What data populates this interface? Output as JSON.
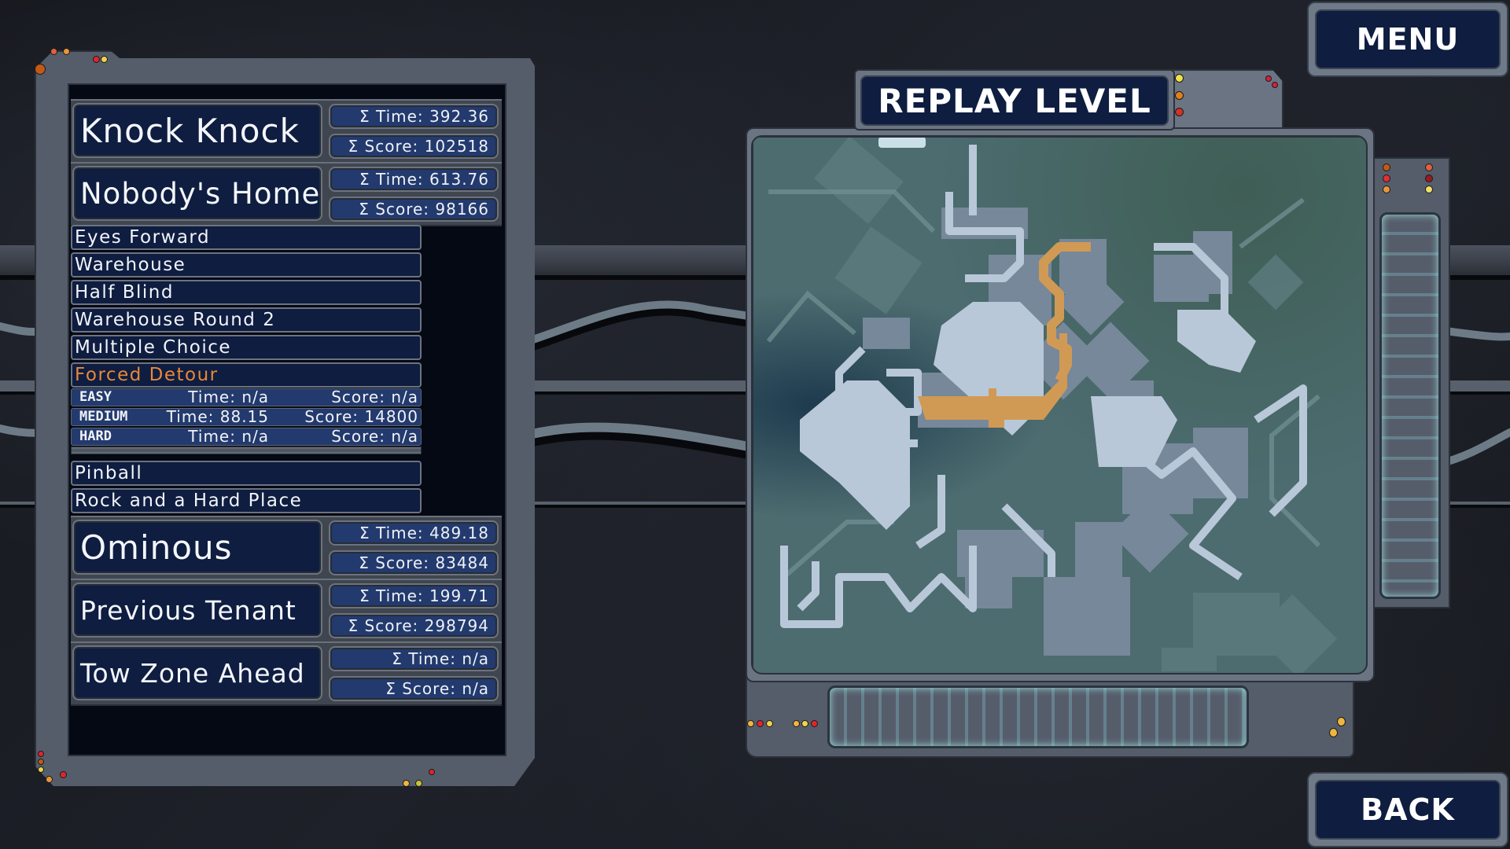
{
  "header": {
    "title": "REPLAY LEVEL"
  },
  "buttons": {
    "menu": "MENU",
    "back": "BACK"
  },
  "groups": [
    {
      "name": "Knock Knock",
      "time": "Σ Time: 392.36",
      "score": "Σ Score: 102518"
    },
    {
      "name": "Nobody's Home",
      "time": "Σ Time: 613.76",
      "score": "Σ Score: 98166"
    },
    {
      "name": "Ominous",
      "time": "Σ Time: 489.18",
      "score": "Σ Score: 83484"
    },
    {
      "name": "Previous Tenant",
      "time": "Σ Time: 199.71",
      "score": "Σ Score: 298794"
    },
    {
      "name": "Tow Zone Ahead",
      "time": "Σ Time: n/a",
      "score": "Σ Score: n/a"
    }
  ],
  "levels": [
    {
      "name": "Eyes Forward"
    },
    {
      "name": "Warehouse"
    },
    {
      "name": "Half Blind"
    },
    {
      "name": "Warehouse Round 2"
    },
    {
      "name": "Multiple Choice"
    },
    {
      "name": "Forced Detour",
      "selected": true
    },
    {
      "name": "Pinball"
    },
    {
      "name": "Rock and a Hard Place"
    }
  ],
  "selected_level": {
    "name": "Forced Detour",
    "difficulties": [
      {
        "label": "EASY",
        "time": "Time: n/a",
        "score": "Score: n/a"
      },
      {
        "label": "MEDIUM",
        "time": "Time: 88.15",
        "score": "Score: 14800"
      },
      {
        "label": "HARD",
        "time": "Time: n/a",
        "score": "Score: n/a"
      }
    ]
  },
  "colors": {
    "panel_navy": "#0e1d40",
    "stat_blue": "#233a6e",
    "frame_gray": "#555d6b",
    "selected_orange": "#e8873a",
    "map_highlight": "#d09a55",
    "map_room": "#b9c8d8"
  }
}
